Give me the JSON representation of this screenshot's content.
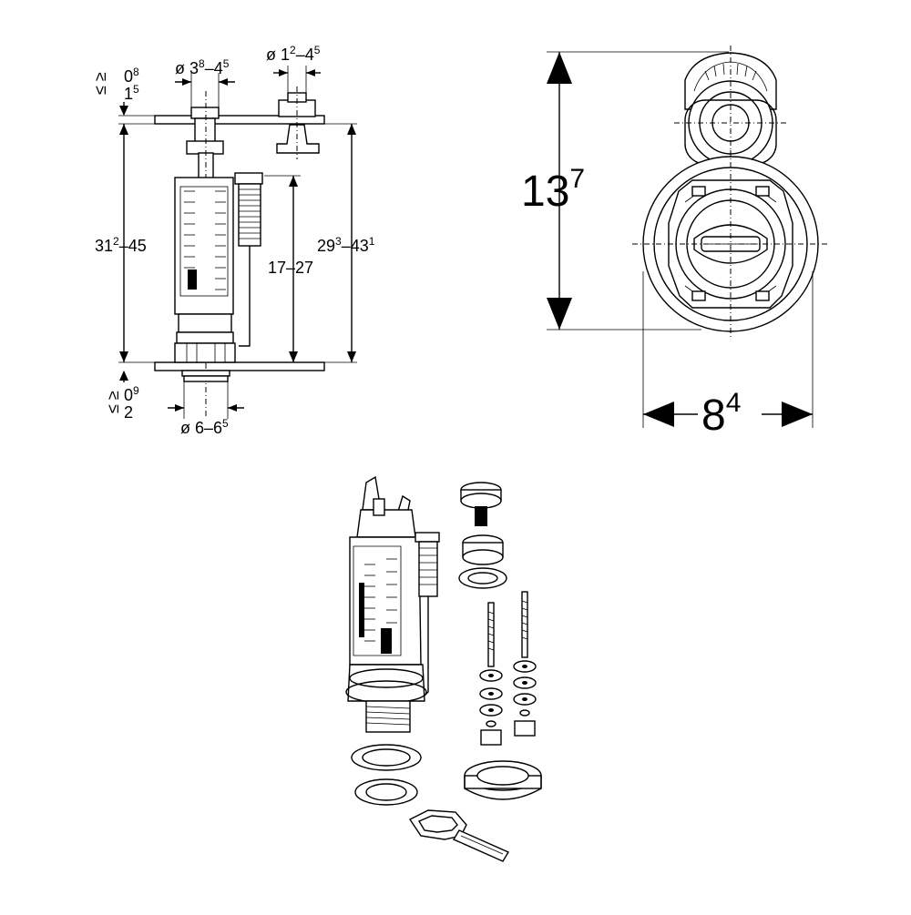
{
  "dimensions": {
    "lower_ring": {
      "sym": "≤ ≥",
      "a": "0",
      "a_sup": "8",
      "b": "1",
      "b_sup": "5"
    },
    "dia_actuator": {
      "prefix": "ø 3",
      "sup1": "8",
      "mid": "–4",
      "sup2": "5"
    },
    "dia_small": {
      "prefix": "ø 1",
      "sup1": "2",
      "mid": "–4",
      "sup2": "5"
    },
    "height_total": {
      "a": "31",
      "a_sup": "2",
      "b": "–45"
    },
    "height_inner": {
      "text": "17–27"
    },
    "height_right": {
      "a": "29",
      "a_sup": "3",
      "b": "–43",
      "b_sup": "1"
    },
    "bottom_ring": {
      "sym": "≤ ≥",
      "a": "0",
      "a_sup": "9",
      "b": "2"
    },
    "dia_base": {
      "prefix": "ø 6–6",
      "sup": "5"
    },
    "top_height": {
      "base": "13",
      "sup": "7"
    },
    "top_width": {
      "base": "8",
      "sup": "4"
    }
  }
}
